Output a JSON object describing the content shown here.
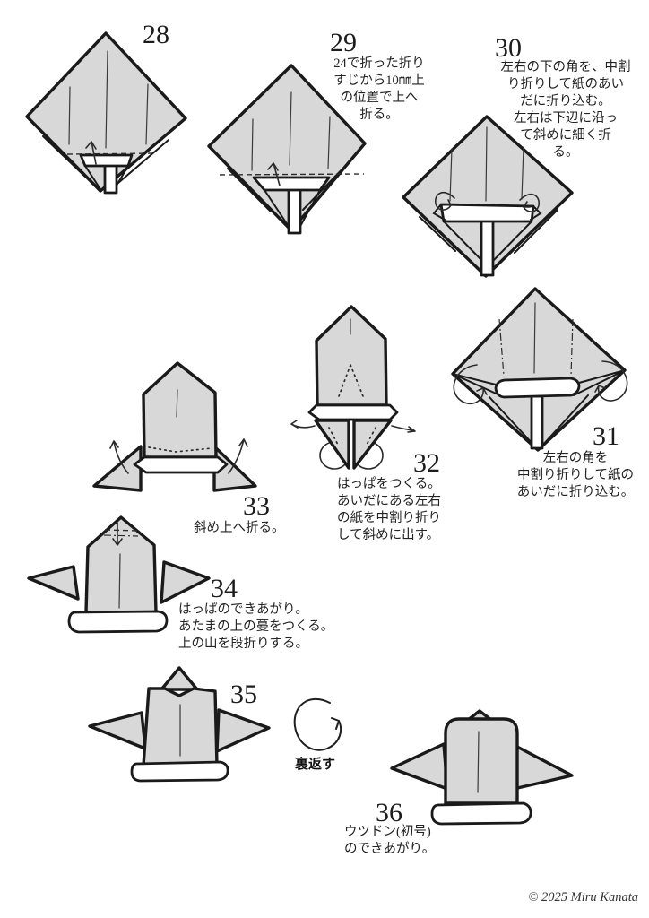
{
  "page": {
    "copyright": "© 2025 Miru Kanata",
    "flip_label": "裏返す"
  },
  "colors": {
    "paper": "#d8d8d8",
    "outline": "#1a1a1a",
    "background": "#ffffff"
  },
  "steps": [
    {
      "number": "28",
      "instruction": ""
    },
    {
      "number": "29",
      "instruction": "24で折った折り\nすじから10㎜上\nの位置で上へ\n折る。"
    },
    {
      "number": "30",
      "instruction": "左右の下の角を、中割\nり折りして紙のあい\nだに折り込む。\n左右は下辺に沿っ\nて斜めに細く折\nる。"
    },
    {
      "number": "31",
      "instruction": "左右の角を\n中割り折りして紙の\nあいだに折り込む。"
    },
    {
      "number": "32",
      "instruction": "はっぱをつくる。\nあいだにある左右\nの紙を中割り折り\nして斜めに出す。"
    },
    {
      "number": "33",
      "instruction": "斜め上へ折る。"
    },
    {
      "number": "34",
      "instruction": "はっぱのできあがり。\nあたまの上の蔓をつくる。\n上の山を段折りする。"
    },
    {
      "number": "35",
      "instruction": ""
    },
    {
      "number": "36",
      "instruction": "ウツドン(初号)\nのできあがり。"
    }
  ]
}
